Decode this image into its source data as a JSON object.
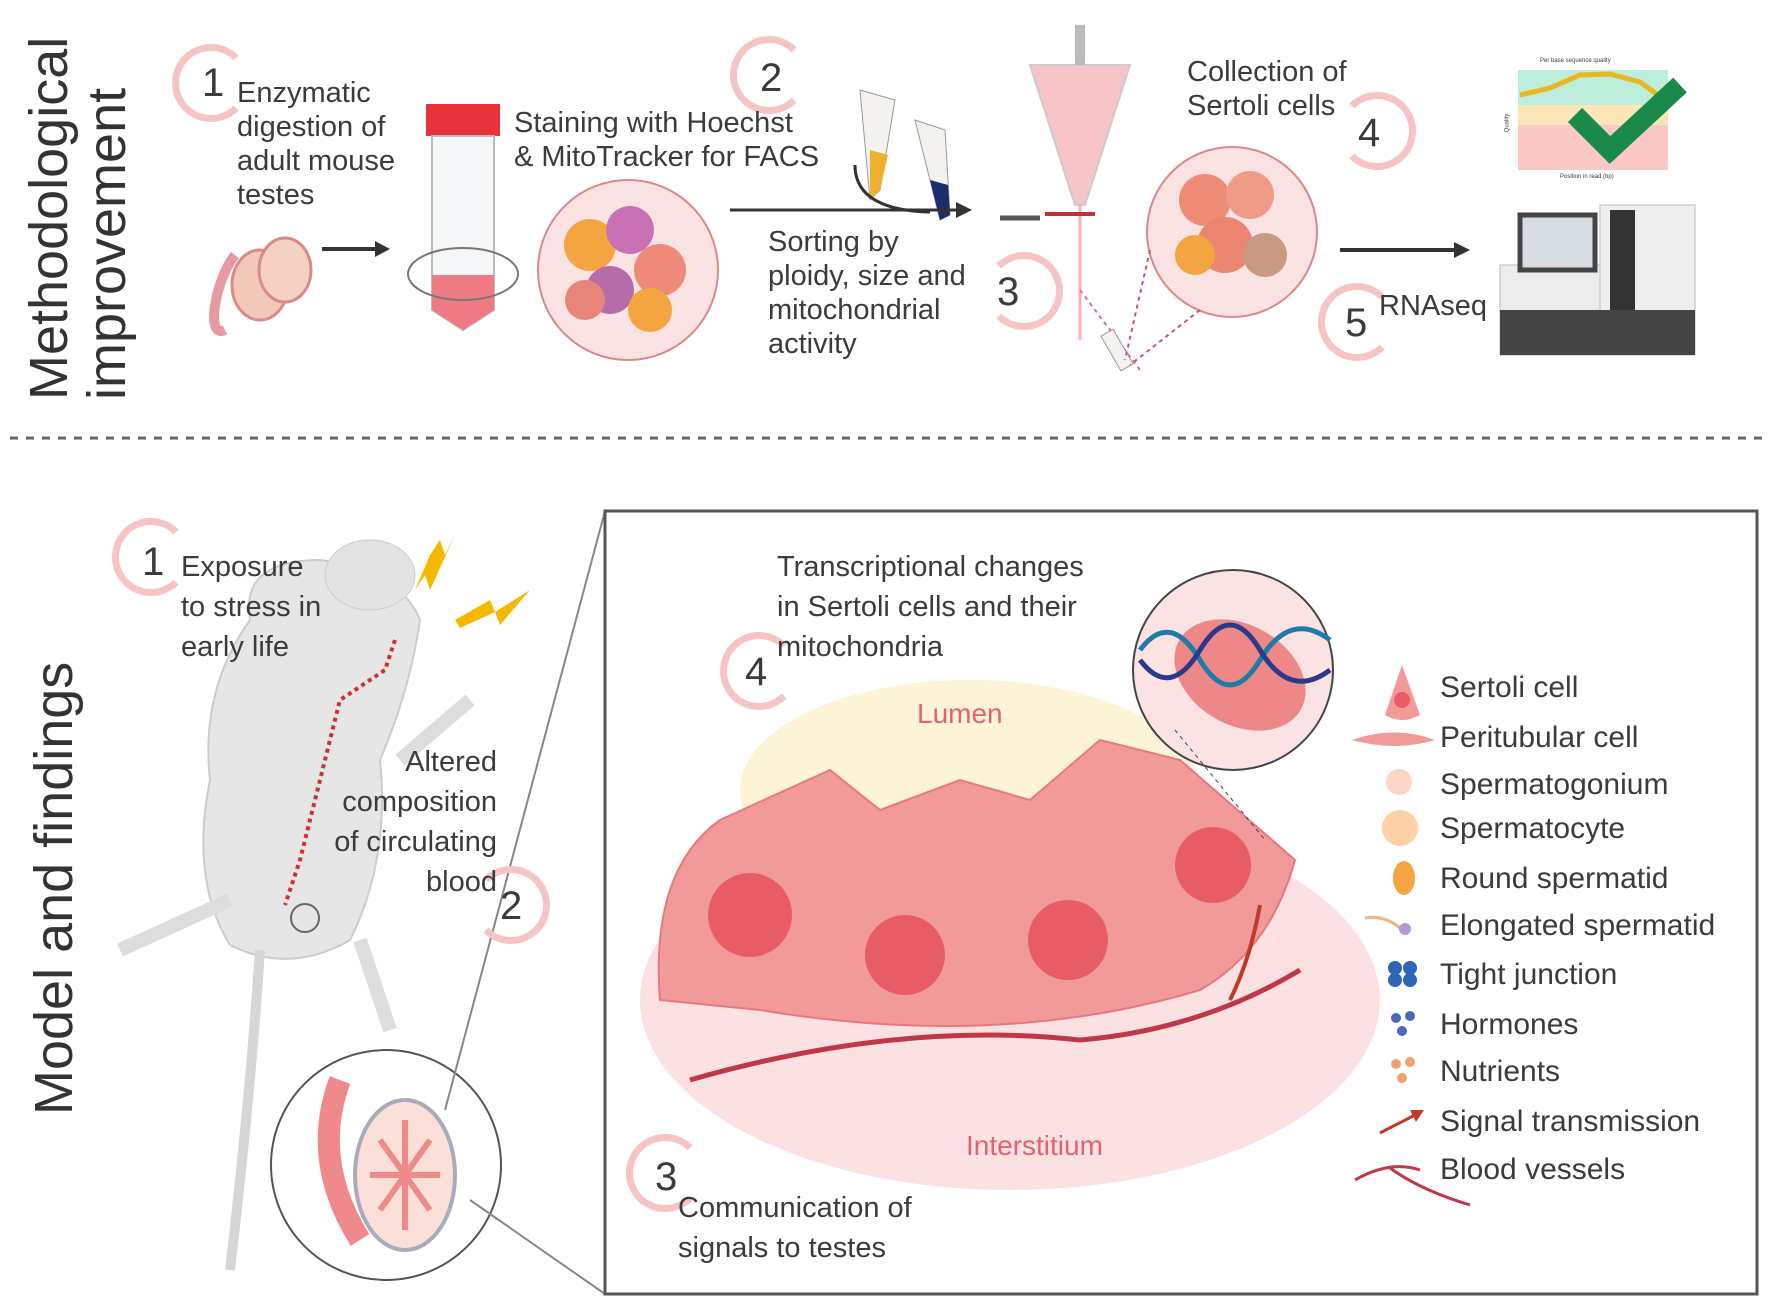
{
  "sections": {
    "top_title": "Methodological\nimprovement",
    "bottom_title": "Model and findings"
  },
  "methodology_steps": [
    {
      "number": "1",
      "text": "Enzymatic\ndigestion of\nadult mouse\ntestes"
    },
    {
      "number": "2",
      "text": "Staining with Hoechst\n& MitoTracker for FACS"
    },
    {
      "number": "3",
      "text": "Sorting by\nploidy, size and\nmitochondrial\nactivity"
    },
    {
      "number": "4",
      "text": "Collection of\nSertoli cells"
    },
    {
      "number": "5",
      "text": "RNAseq"
    }
  ],
  "qc_chart": {
    "title": "Per base sequence quality",
    "xlabel": "Position in read (bp)",
    "ylabel": "Quality",
    "check_color": "#1a8a4a"
  },
  "findings_steps": [
    {
      "number": "1",
      "text": "Exposure\nto stress in\nearly life"
    },
    {
      "number": "2",
      "text": "Altered\ncomposition\nof circulating\nblood"
    },
    {
      "number": "3",
      "text": "Communication of\nsignals to testes"
    },
    {
      "number": "4",
      "text": "Transcriptional changes\nin Sertoli cells and their\nmitochondria"
    }
  ],
  "regions": {
    "lumen": "Lumen",
    "interstitium": "Interstitium"
  },
  "legend": [
    {
      "label": "Sertoli cell",
      "icon": "sertoli-cell-icon"
    },
    {
      "label": "Peritubular cell",
      "icon": "peritubular-cell-icon"
    },
    {
      "label": "Spermatogonium",
      "icon": "spermatogonium-icon"
    },
    {
      "label": "Spermatocyte",
      "icon": "spermatocyte-icon"
    },
    {
      "label": "Round spermatid",
      "icon": "round-spermatid-icon"
    },
    {
      "label": "Elongated spermatid",
      "icon": "elongated-spermatid-icon"
    },
    {
      "label": "Tight junction",
      "icon": "tight-junction-icon"
    },
    {
      "label": "Hormones",
      "icon": "hormones-icon"
    },
    {
      "label": "Nutrients",
      "icon": "nutrients-icon"
    },
    {
      "label": "Signal transmission",
      "icon": "arrow-icon"
    },
    {
      "label": "Blood vessels",
      "icon": "blood-vessel-icon"
    }
  ],
  "colors": {
    "accent": "#f6c4c4",
    "tissue": "#f08a8a",
    "lumen": "#fdf3d6",
    "region_text": "#e06470",
    "arrow": "#c0392b"
  }
}
